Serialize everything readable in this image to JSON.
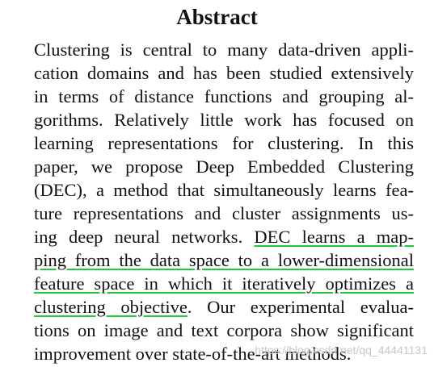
{
  "title": "Abstract",
  "abstract": {
    "lines": [
      "Clustering is central to many data-driven appli-",
      "cation domains and has been studied extensively",
      "in terms of distance functions and grouping al-",
      "gorithms. Relatively little work has focused on",
      "learning representations for clustering. In this",
      "paper, we propose Deep Embedded Clustering",
      "(DEC), a method that simultaneously learns fea-",
      "ture representations and cluster assignments us-",
      "ing deep neural networks."
    ],
    "highlight_start": "DEC learns a map-",
    "highlight_lines": [
      "ping from the data space to a lower-dimensional",
      "feature space in which it iteratively optimizes a"
    ],
    "highlight_end": "clustering objective",
    "after_highlight": ". Our experimental evalua-",
    "tail_lines": [
      "tions on image and text corpora show significant"
    ],
    "last_line": "improvement over state-of-the-art methods.",
    "highlight_color": "#22c840"
  },
  "watermark": "https://blog.csdn.net/qq_44441131"
}
